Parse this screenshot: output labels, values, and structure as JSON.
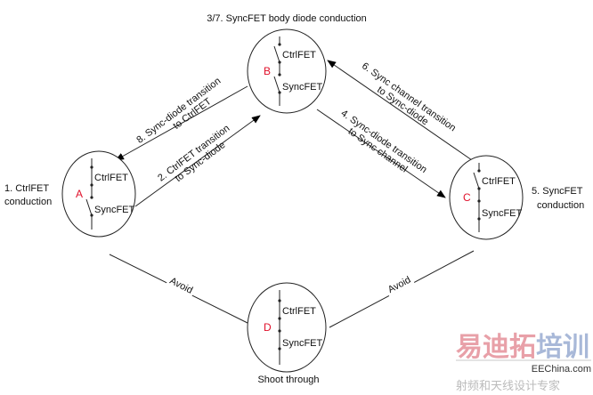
{
  "states": {
    "A": {
      "symbol": "A",
      "caption_line1": "1. CtrlFET",
      "caption_line2": "conduction",
      "top": "CtrlFET",
      "bottom": "SyncFET",
      "ctrl_closed": true,
      "sync_closed": false
    },
    "B": {
      "symbol": "B",
      "caption": "3/7. SyncFET body diode conduction",
      "top": "CtrlFET",
      "bottom": "SyncFET",
      "ctrl_closed": false,
      "sync_closed": false
    },
    "C": {
      "symbol": "C",
      "caption_line1": "5. SyncFET",
      "caption_line2": "conduction",
      "top": "CtrlFET",
      "bottom": "SyncFET",
      "ctrl_closed": false,
      "sync_closed": true
    },
    "D": {
      "symbol": "D",
      "caption": "Shoot through",
      "top": "CtrlFET",
      "bottom": "SyncFET",
      "ctrl_closed": true,
      "sync_closed": true
    }
  },
  "transitions": {
    "t8": {
      "line1": "8. Sync-diode transition",
      "line2": "to CtrlFET"
    },
    "t2": {
      "line1": "2. CtrlFET transition",
      "line2": "to Sync-diode"
    },
    "t6": {
      "line1": "6. Sync channel transition",
      "line2": "to Sync-diode"
    },
    "t4": {
      "line1": "4. Sync-diode transition",
      "line2": "to Sync channel"
    },
    "avoid_left": "Avoid",
    "avoid_right": "Avoid"
  },
  "watermark": {
    "brand": "易迪拓培训",
    "sub": "射频和天线设计专家",
    "site": "EEChina.com"
  }
}
